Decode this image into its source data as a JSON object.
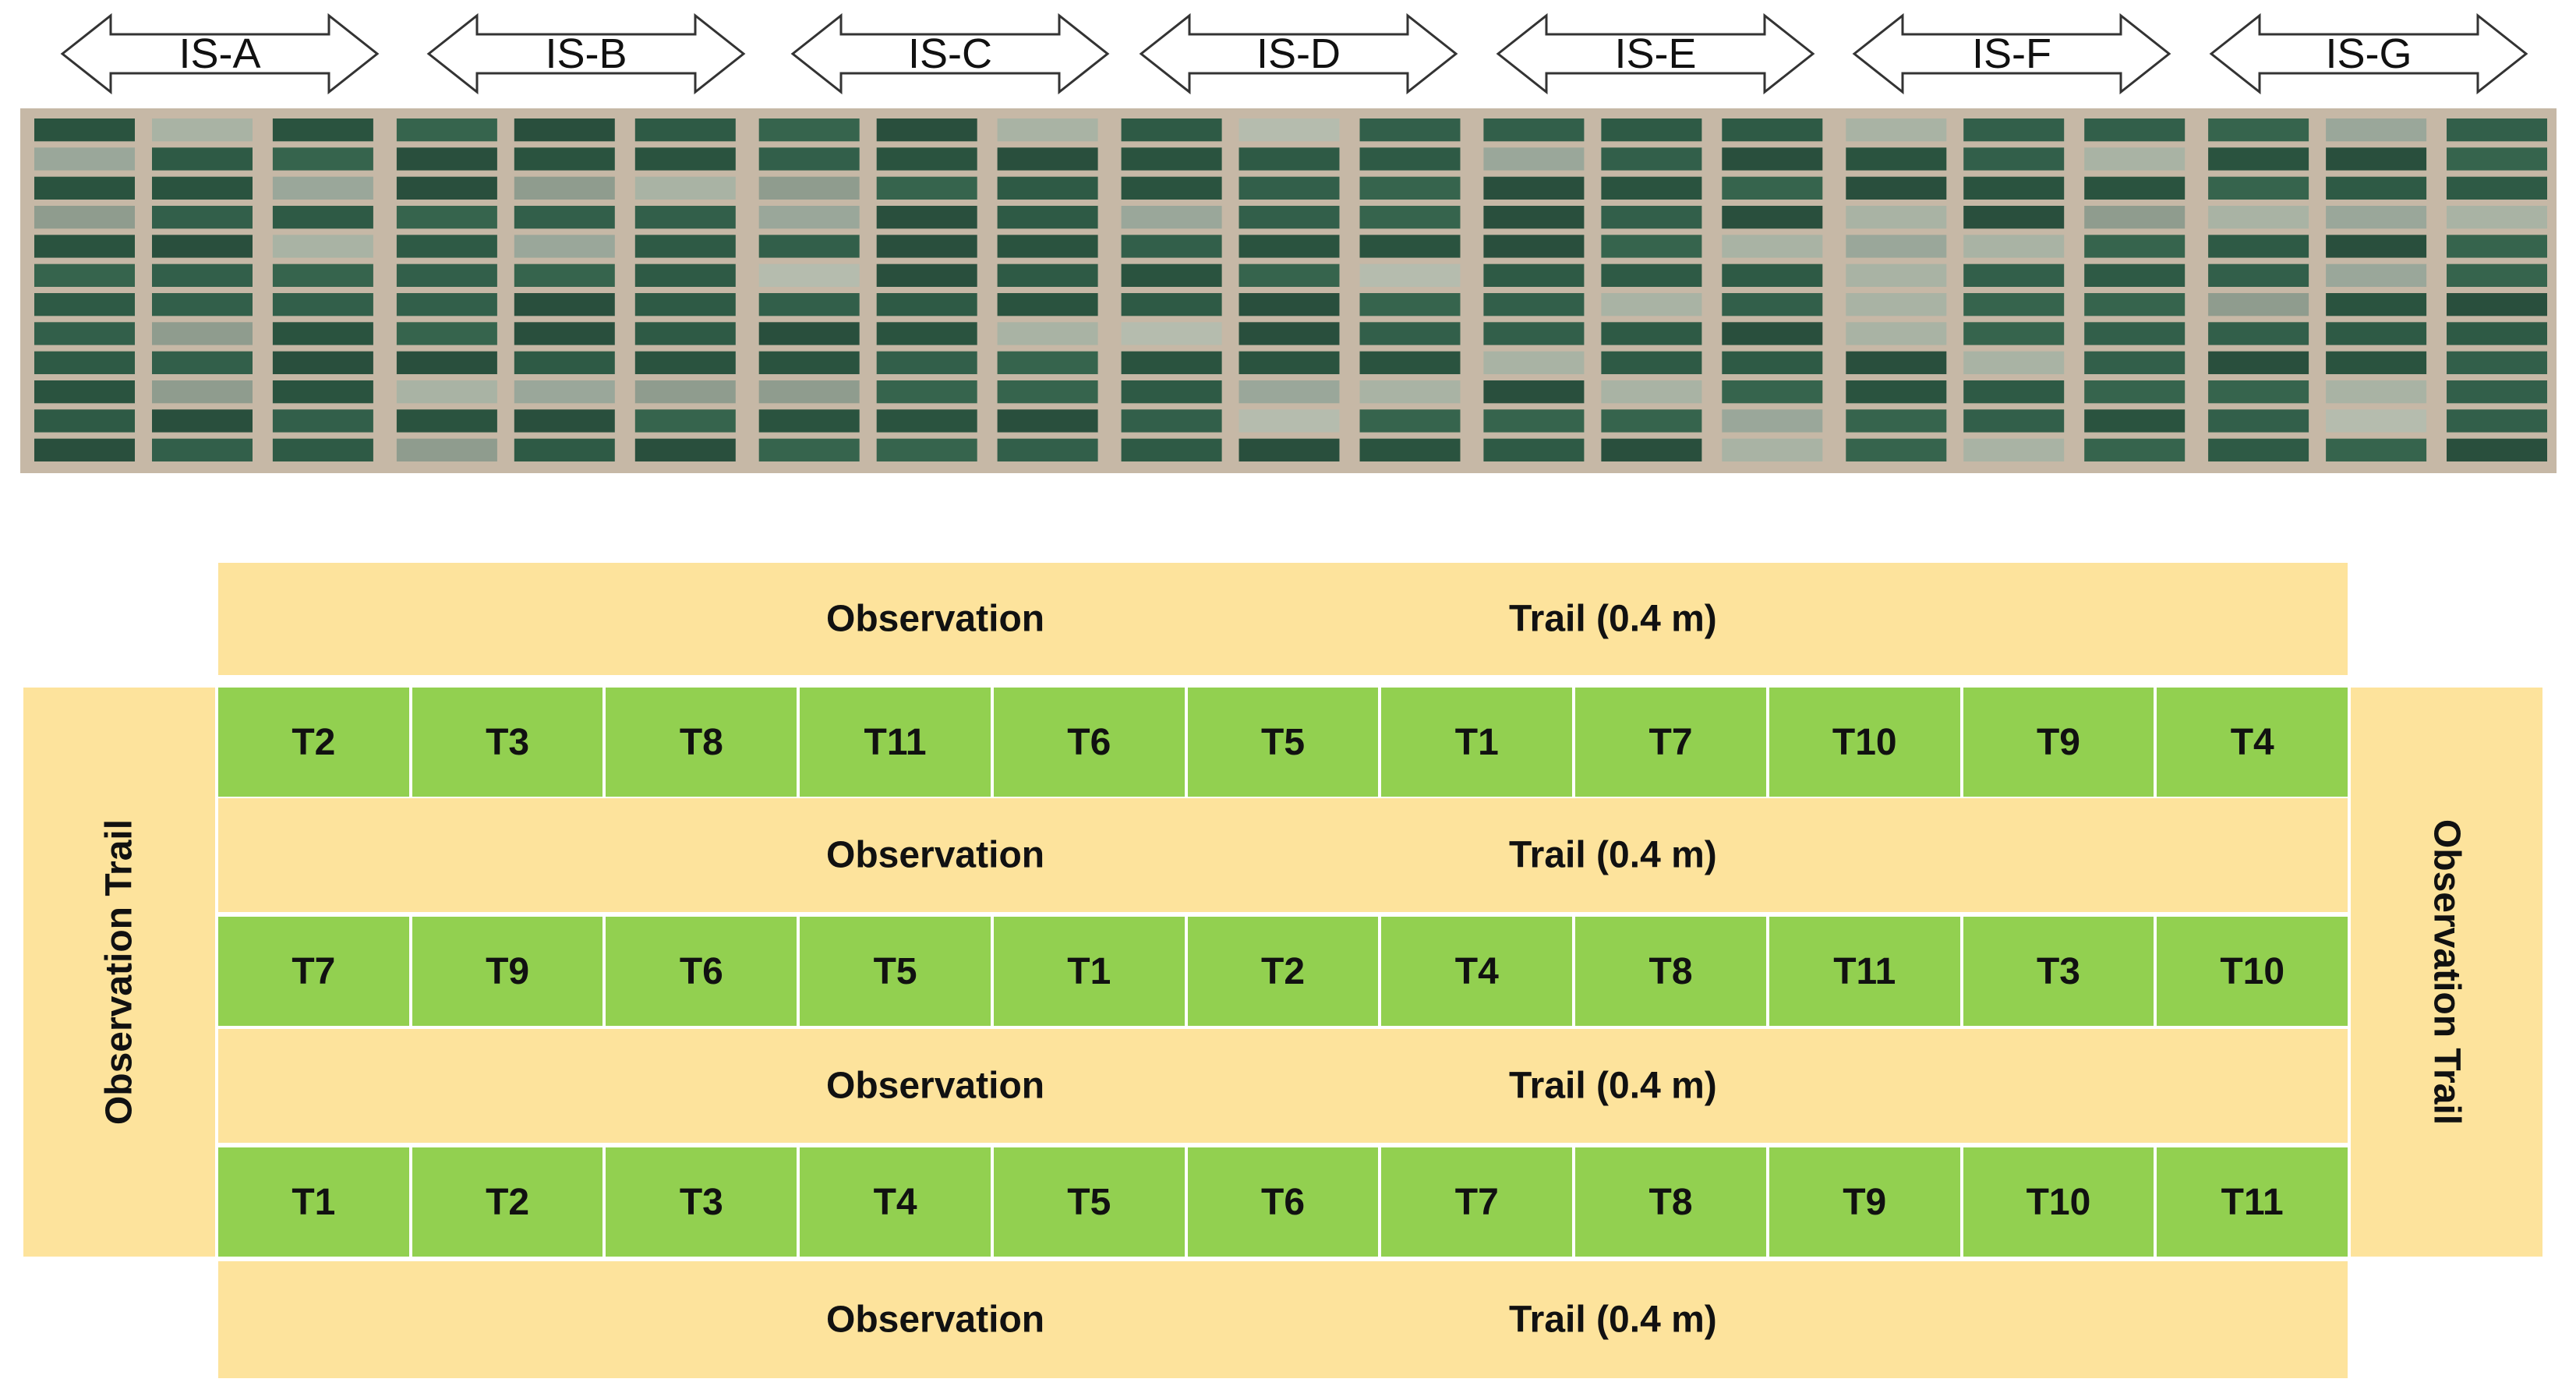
{
  "arrows": [
    "IS-A",
    "IS-B",
    "IS-C",
    "IS-D",
    "IS-E",
    "IS-F",
    "IS-G"
  ],
  "observation_trail_h": {
    "word1": "Observation",
    "word2": "Trail (0.4 m)"
  },
  "observation_trail_v": "Observation  Trail",
  "rows": [
    [
      "T2",
      "T3",
      "T8",
      "T11",
      "T6",
      "T5",
      "T1",
      "T7",
      "T10",
      "T9",
      "T4"
    ],
    [
      "T7",
      "T9",
      "T6",
      "T5",
      "T1",
      "T2",
      "T4",
      "T8",
      "T11",
      "T3",
      "T10"
    ],
    [
      "T1",
      "T2",
      "T3",
      "T4",
      "T5",
      "T6",
      "T7",
      "T8",
      "T9",
      "T10",
      "T11"
    ]
  ],
  "colors": {
    "trail": "#fde39c",
    "plot": "#92d050",
    "soil": "#c6b8a6",
    "crop": "#2f5a46"
  }
}
